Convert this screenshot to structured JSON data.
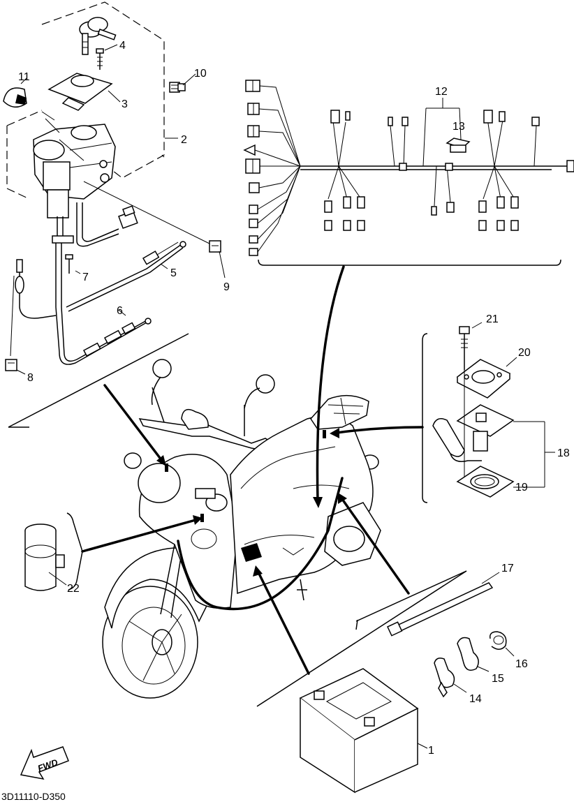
{
  "diagram": {
    "drawing_code": "3D11110-D350",
    "fwd_label": "FWD",
    "callouts": [
      {
        "id": "c1",
        "label": "1"
      },
      {
        "id": "c2",
        "label": "2"
      },
      {
        "id": "c3",
        "label": "3"
      },
      {
        "id": "c4",
        "label": "4"
      },
      {
        "id": "c5",
        "label": "5"
      },
      {
        "id": "c6",
        "label": "6"
      },
      {
        "id": "c7",
        "label": "7"
      },
      {
        "id": "c8",
        "label": "8"
      },
      {
        "id": "c9",
        "label": "9"
      },
      {
        "id": "c10",
        "label": "10"
      },
      {
        "id": "c11",
        "label": "11"
      },
      {
        "id": "c12",
        "label": "12"
      },
      {
        "id": "c13",
        "label": "13"
      },
      {
        "id": "c14",
        "label": "14"
      },
      {
        "id": "c15",
        "label": "15"
      },
      {
        "id": "c16",
        "label": "16"
      },
      {
        "id": "c17",
        "label": "17"
      },
      {
        "id": "c18",
        "label": "18"
      },
      {
        "id": "c19",
        "label": "19"
      },
      {
        "id": "c20",
        "label": "20"
      },
      {
        "id": "c21",
        "label": "21"
      },
      {
        "id": "c22",
        "label": "22"
      }
    ]
  }
}
